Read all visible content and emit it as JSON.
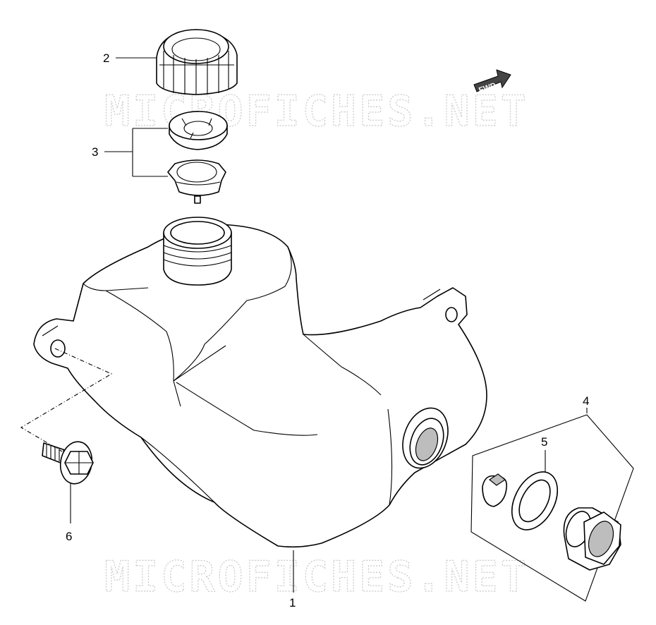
{
  "watermark": {
    "text": "MICROFICHES.NET"
  },
  "direction_marker": {
    "label": "FWD",
    "icon": "forward-arrow-icon"
  },
  "callouts": [
    {
      "number": "1",
      "part": "fuel-tank"
    },
    {
      "number": "2",
      "part": "fuel-cap"
    },
    {
      "number": "3",
      "part": "cap-gasket-and-valve-set"
    },
    {
      "number": "4",
      "part": "drain-plug-kit"
    },
    {
      "number": "5",
      "part": "washer"
    },
    {
      "number": "6",
      "part": "flange-bolt"
    }
  ],
  "colors": {
    "line": "#000000",
    "background": "#ffffff",
    "watermark": "#c8c8c8"
  }
}
